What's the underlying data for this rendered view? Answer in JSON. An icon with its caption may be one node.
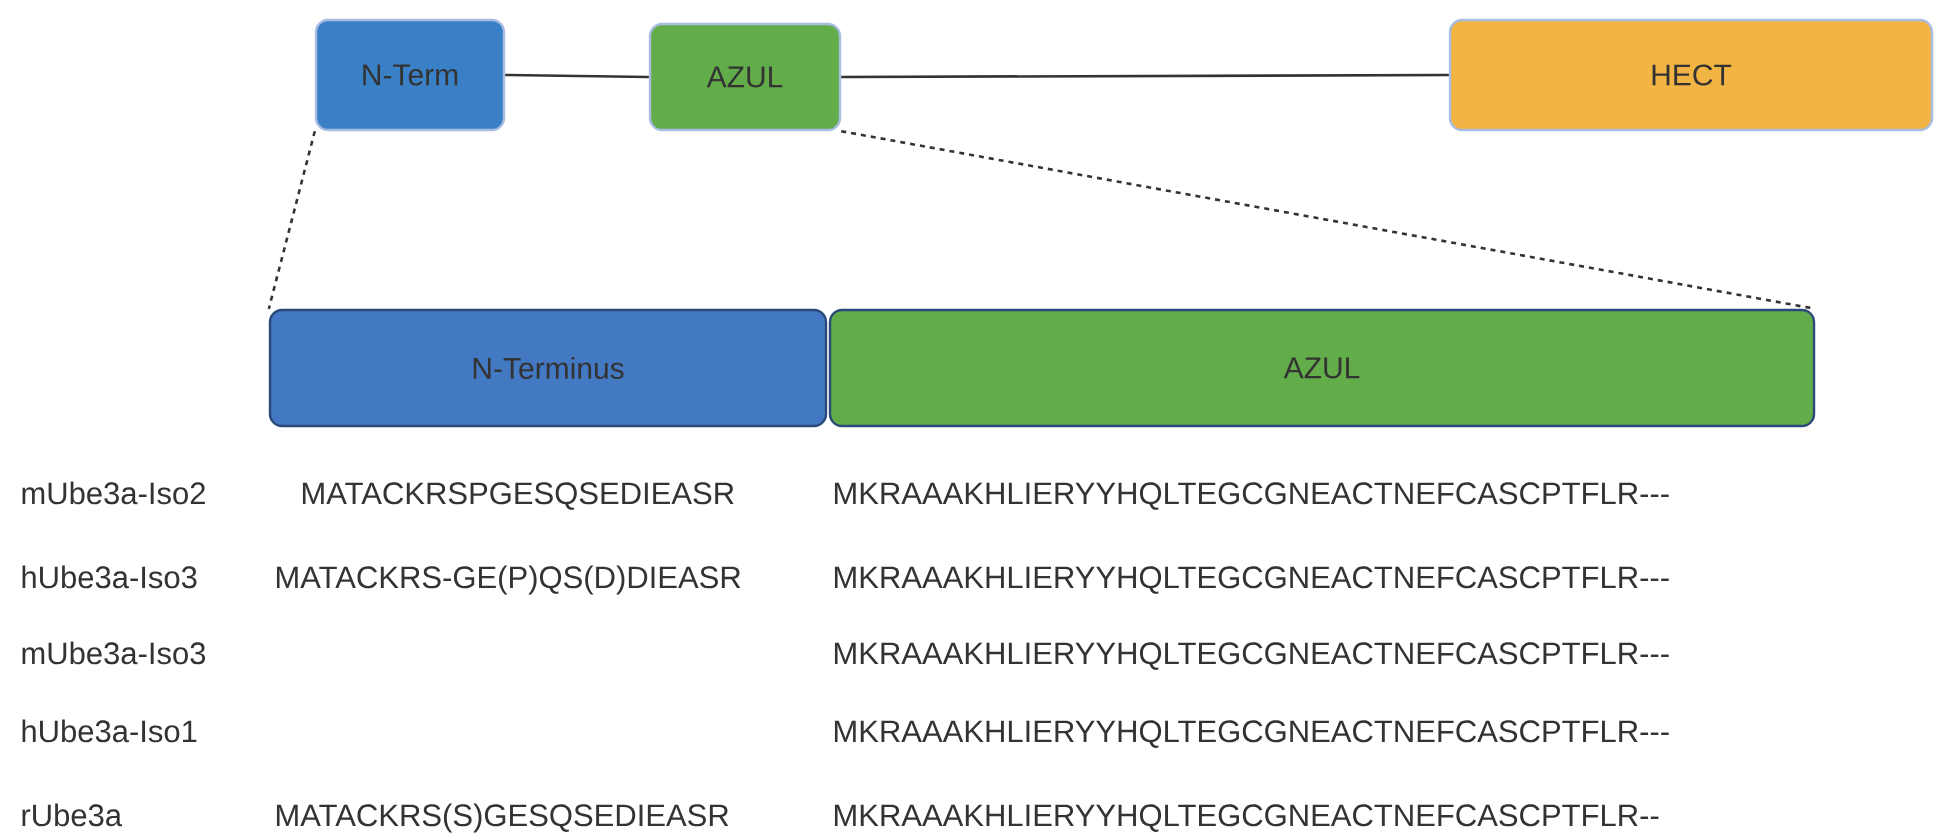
{
  "diagram": {
    "nodes": [
      {
        "text": [
          "N-Term"
        ]
      },
      {
        "text": [
          "AZUL"
        ]
      },
      {
        "text": [
          "HECT"
        ]
      },
      {
        "text": [
          "N-Terminus"
        ]
      },
      {
        "text": [
          "AZUL"
        ]
      }
    ],
    "edges": [
      {
        "from": 0,
        "to": 1,
        "arrow": "none"
      },
      {
        "from": 1,
        "to": 2,
        "arrow": "none"
      },
      {
        "from": 0,
        "to": 3,
        "arrow": "none",
        "style": "dashed"
      },
      {
        "from": 1,
        "to": 4,
        "arrow": "none",
        "style": "dashed"
      }
    ],
    "labels": [
      "mUbe3a-Iso2",
      "MATACKRSPGESQSEDIEASR",
      "MKRAAAKHLIERYYHQLTEGCGNEACTNEFCASCPTFLR---",
      "hUbe3a-Iso3",
      "MATACKRS-GE(P)QS(D)DIEASR",
      "MKRAAAKHLIERYYHQLTEGCGNEACTNEFCASCPTFLR---",
      "mUbe3a-Iso3",
      "MKRAAAKHLIERYYHQLTEGCGNEACTNEFCASCPTFLR---",
      "hUbe3a-Iso1",
      "MKRAAAKHLIERYYHQLTEGCGNEACTNEFCASCPTFLR---",
      "rUbe3a",
      "MATACKRS(S)GESQSEDIEASR",
      "MKRAAAKHLIERYYHQLTEGCGNEACTNEFCASCPTFLR--"
    ]
  }
}
